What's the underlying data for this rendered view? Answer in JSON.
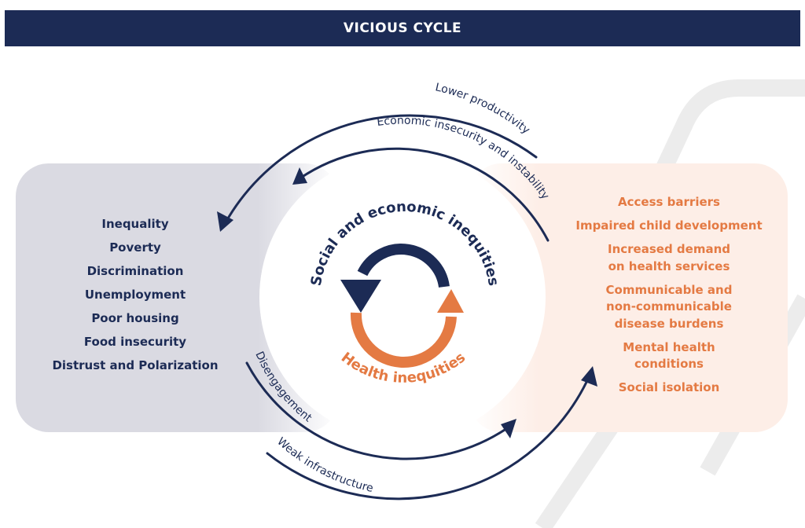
{
  "header": {
    "title": "VICIOUS CYCLE"
  },
  "center": {
    "top_label": "Social and economic inequities",
    "bottom_label": "Health inequities"
  },
  "arrows": {
    "lower_productivity": "Lower productivity",
    "economic_insecurity": "Economic insecurity and instability",
    "disengagement": "Disengagement",
    "weak_infrastructure": "Weak infrastructure"
  },
  "left_box": {
    "items": [
      "Inequality",
      "Poverty",
      "Discrimination",
      "Unemployment",
      "Poor housing",
      "Food insecurity",
      "Distrust and Polarization"
    ]
  },
  "right_box": {
    "items": [
      "Access barriers",
      "Impaired child development",
      "Increased demand\non health services",
      "Communicable and\nnon-communicable\ndisease burdens",
      "Mental health\nconditions",
      "Social isolation"
    ]
  },
  "colors": {
    "navy": "#1c2b55",
    "orange": "#e47a43",
    "left_box_fill": "#dadae2",
    "right_box_fill": "#fdeee7",
    "watermark": "#ececec"
  }
}
